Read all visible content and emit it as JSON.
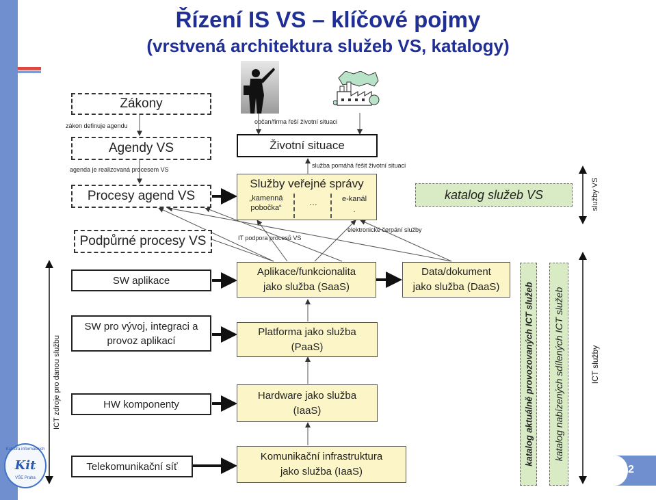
{
  "title": {
    "line1": "Řízení IS VS – klíčové pojmy",
    "line2": "(vrstvená architektura služeb VS, katalogy)"
  },
  "left": {
    "zakony": "Zákony",
    "agendy": "Agendy VS",
    "procesy": "Procesy agend VS",
    "podpurne": "Podpůrné procesy VS",
    "sw_aplikace": "SW aplikace",
    "sw_vyvoj_1": "SW pro vývoj, integraci a",
    "sw_vyvoj_2": "provoz aplikací",
    "hw": "HW komponenty",
    "telekom": "Telekomunikační síť"
  },
  "center": {
    "zivotni_situace": "Životní situace",
    "sluzby_vs": "Služby veřejné správy",
    "kamenna_1": "„kamenná",
    "kamenna_2": "pobočka“",
    "dots": "…",
    "ekanal": "e-kanál",
    "ekanal_dot": ".",
    "saas_1": "Aplikace/funkcionalita",
    "saas_2": "jako služba (SaaS)",
    "daas_1": "Data/dokument",
    "daas_2": "jako služba (DaaS)",
    "paas_1": "Platforma jako služba",
    "paas_2": "(PaaS)",
    "iaas_1": "Hardware jako služba",
    "iaas_2": "(IaaS)",
    "kom_1": "Komunikační infrastruktura",
    "kom_2": "jako služba (IaaS)"
  },
  "labels": {
    "zakon_definuje": "zákon definuje agendu",
    "agenda_realizovana": "agenda je realizovaná procesem VS",
    "obcan_firma": "občan/firma řeší životní situaci",
    "sluzba_pomaha": "služba pomáhá řešit životní situaci",
    "it_podpora": "IT podpora procesů VS",
    "elektronicke": "elektronické čerpání služby",
    "ict_zdroje": "ICT zdroje pro danou službu",
    "sluzby_vs_side": "služby VS",
    "ict_sluzby": "ICT služby"
  },
  "catalogs": {
    "katalog_sluzeb": "katalog služeb VS",
    "katalog_aktualne": "katalog aktuálně provozovaných ICT služeb",
    "katalog_nabizenych": "katalog nabízených sdílených ICT služeb"
  },
  "logo": {
    "text": "Kit",
    "sub": "Katedra informačních",
    "bottom": "VŠE Praha"
  },
  "page_number": "2",
  "colors": {
    "title": "#1f2f95",
    "sidebar": "#6f8fcf",
    "yellow_box": "#fbf5c8",
    "catalog_box": "#d9ebc5"
  },
  "icons": [
    "businessman-icon",
    "factory-icon"
  ]
}
